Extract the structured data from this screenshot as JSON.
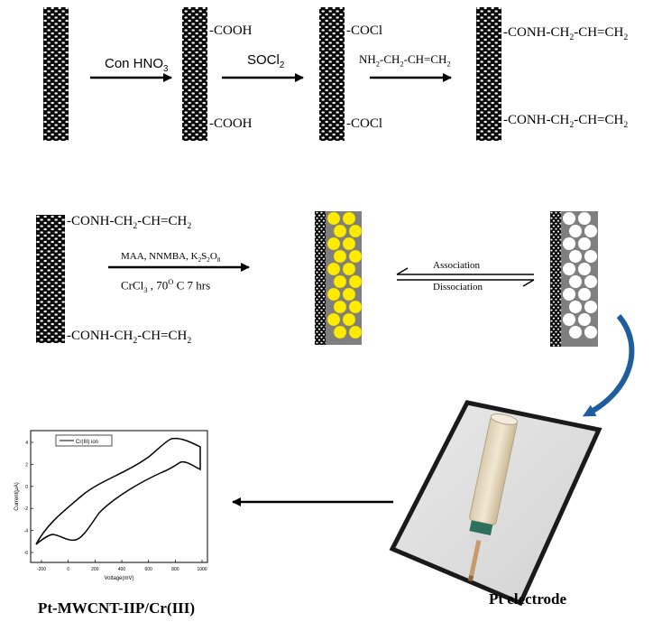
{
  "step1": {
    "reagent": "Con HNO",
    "reagent_sub": "3",
    "group_top": "COOH",
    "group_bottom": "COOH"
  },
  "step2": {
    "reagent": "SOCl",
    "reagent_sub": "2",
    "group_top": "COCl",
    "group_bottom": "COCl"
  },
  "step3": {
    "reagent_a": "NH",
    "reagent_a_sub": "2",
    "reagent_b": "-CH",
    "reagent_b_sub": "2",
    "reagent_c": "-CH=CH",
    "reagent_c_sub": "2",
    "group_a": "CONH-CH",
    "group_a_sub": "2",
    "group_b": "-CH=CH",
    "group_b_sub": "2"
  },
  "step4": {
    "cond_line1_a": "MAA, NNMBA, K",
    "cond_line1_sub1": "2",
    "cond_line1_b": "S",
    "cond_line1_sub2": "2",
    "cond_line1_c": "O",
    "cond_line1_sub3": "8",
    "cond_line2_a": "CrCl",
    "cond_line2_sub": "3",
    "cond_line2_b": " , 70",
    "cond_line2_sup": "O",
    "cond_line2_c": " C 7 hrs"
  },
  "equilibrium": {
    "forward": "Association",
    "reverse": "Dissociation"
  },
  "labels": {
    "electrode": "Pt electrode",
    "sensor": "Pt-MWCNT-IIP/Cr(III)"
  },
  "cv_plot": {
    "legend": "Cr(III) ion",
    "xlabel": "Voltage(mV)",
    "ylabel": "Current(μA)",
    "xticks": [
      "-200",
      "0",
      "200",
      "400",
      "600",
      "800",
      "1000"
    ],
    "yticks": [
      "-6",
      "-4",
      "-2",
      "0",
      "2",
      "4"
    ]
  },
  "colors": {
    "imprint_dot": "#ffeb00",
    "polymer": "#7f7f7f",
    "arrow_curve": "#1f5e9e"
  }
}
